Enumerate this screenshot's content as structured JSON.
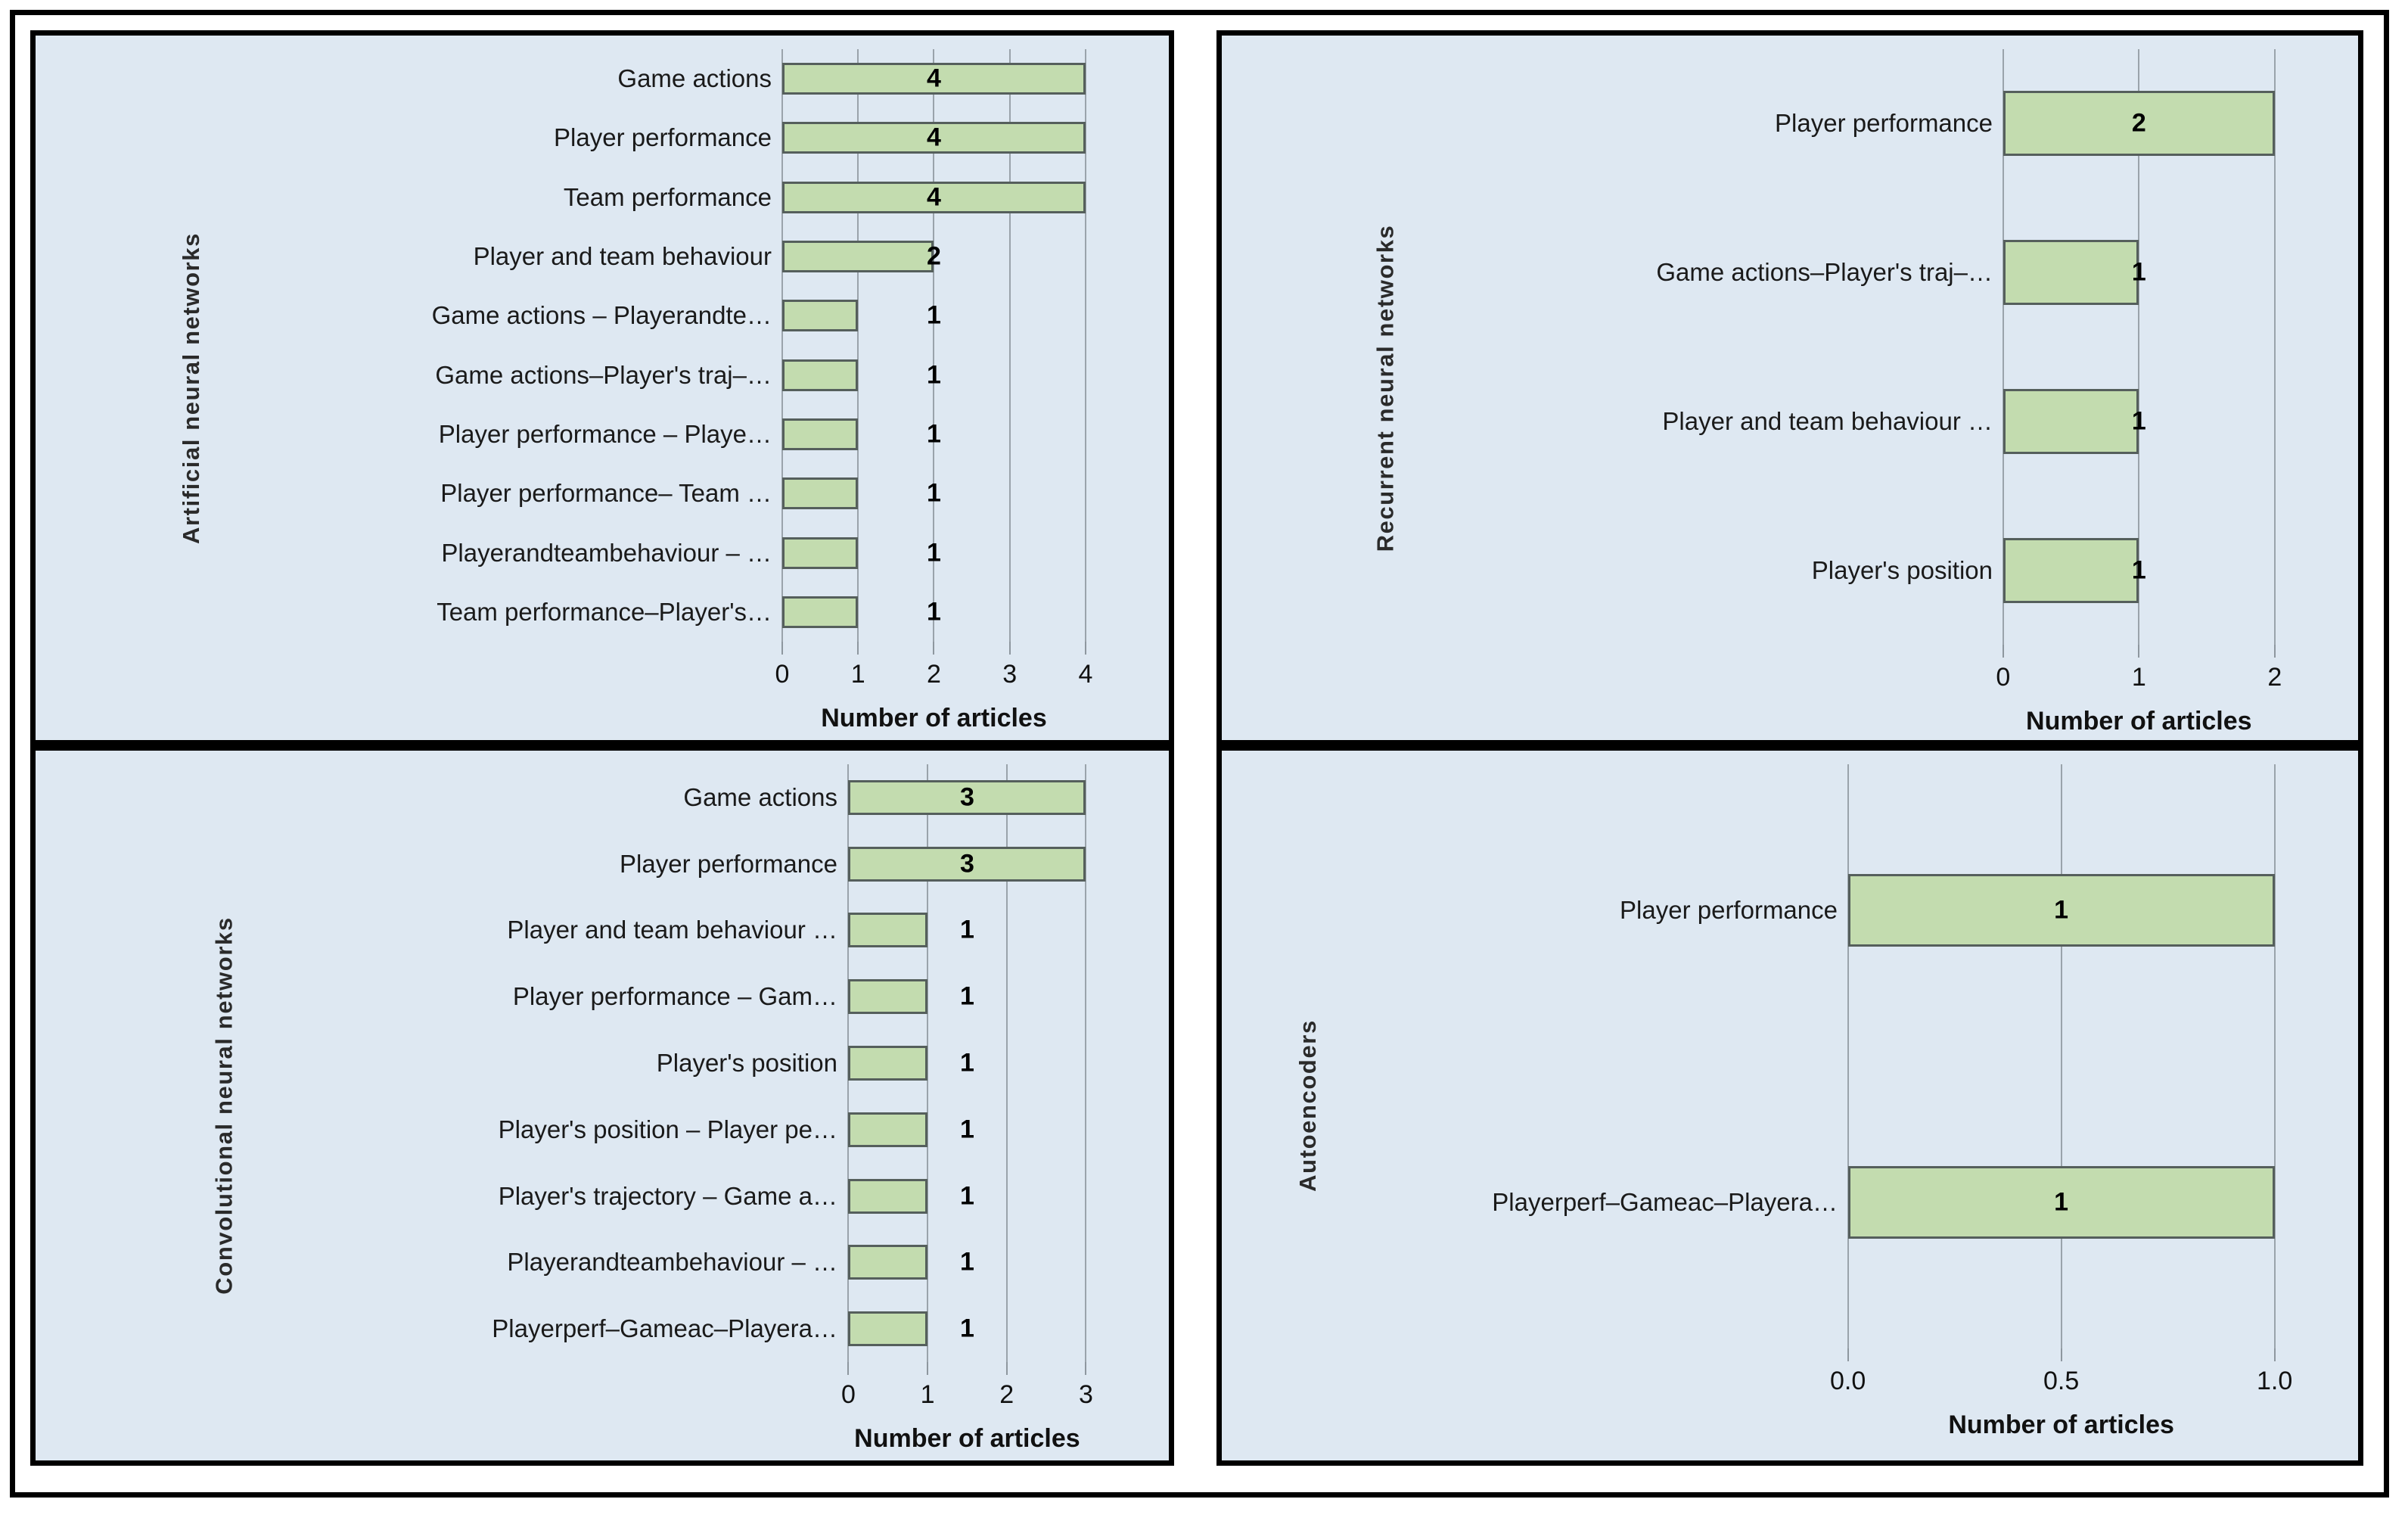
{
  "figure": {
    "background": "#ffffff",
    "panel_background": "#dee8f2",
    "bar_color": "#c3dcaf",
    "bar_edge_color": "#555f5c",
    "gridline_color": "#9aa3ab",
    "frame_color": "#000000"
  },
  "chart_data": [
    {
      "type": "bar",
      "orientation": "horizontal",
      "title": "Artificial neural networks",
      "xlabel": "Number of articles",
      "ylabel": "",
      "xlim": [
        0,
        4
      ],
      "xticks": [
        0,
        1,
        2,
        3,
        4
      ],
      "xticklabels": [
        "0",
        "1",
        "2",
        "3",
        "4"
      ],
      "grid": true,
      "legend": "none",
      "categories": [
        "Game actions",
        "Player performance",
        "Team performance",
        "Player and team behaviour",
        "Game actions – Playerandte…",
        "Game actions–Player's traj–…",
        "Player performance – Playe…",
        "Player performance– Team …",
        "Playerandteambehaviour – …",
        "Team performance–Player's…"
      ],
      "values": [
        4,
        4,
        4,
        2,
        1,
        1,
        1,
        1,
        1,
        1
      ],
      "value_labels": [
        "4",
        "4",
        "4",
        "2",
        "1",
        "1",
        "1",
        "1",
        "1",
        "1"
      ]
    },
    {
      "type": "bar",
      "orientation": "horizontal",
      "title": "Recurrent neural networks",
      "xlabel": "Number of articles",
      "ylabel": "",
      "xlim": [
        0,
        2
      ],
      "xticks": [
        0,
        1,
        2
      ],
      "xticklabels": [
        "0",
        "1",
        "2"
      ],
      "grid": true,
      "legend": "none",
      "categories": [
        "Player performance",
        "Game actions–Player's traj–…",
        "Player and team behaviour …",
        "Player's position"
      ],
      "values": [
        2,
        1,
        1,
        1
      ],
      "value_labels": [
        "2",
        "1",
        "1",
        "1"
      ]
    },
    {
      "type": "bar",
      "orientation": "horizontal",
      "title": "Convolutional neural networks",
      "xlabel": "Number of articles",
      "ylabel": "",
      "xlim": [
        0,
        3
      ],
      "xticks": [
        0,
        1,
        2,
        3
      ],
      "xticklabels": [
        "0",
        "1",
        "2",
        "3"
      ],
      "grid": true,
      "legend": "none",
      "categories": [
        "Game actions",
        "Player performance",
        "Player and team behaviour …",
        "Player performance – Gam…",
        "Player's position",
        "Player's position – Player pe…",
        "Player's trajectory – Game a…",
        "Playerandteambehaviour – …",
        "Playerperf–Gameac–Playera…"
      ],
      "values": [
        3,
        3,
        1,
        1,
        1,
        1,
        1,
        1,
        1
      ],
      "value_labels": [
        "3",
        "3",
        "1",
        "1",
        "1",
        "1",
        "1",
        "1",
        "1"
      ]
    },
    {
      "type": "bar",
      "orientation": "horizontal",
      "title": "Autoencoders",
      "xlabel": "Number of articles",
      "ylabel": "",
      "xlim": [
        0,
        1
      ],
      "xticks": [
        0.0,
        0.5,
        1.0
      ],
      "xticklabels": [
        "0.0",
        "0.5",
        "1.0"
      ],
      "grid": true,
      "legend": "none",
      "categories": [
        "Player performance",
        "Playerperf–Gameac–Playera…"
      ],
      "values": [
        1,
        1
      ],
      "value_labels": [
        "1",
        "1"
      ]
    }
  ]
}
